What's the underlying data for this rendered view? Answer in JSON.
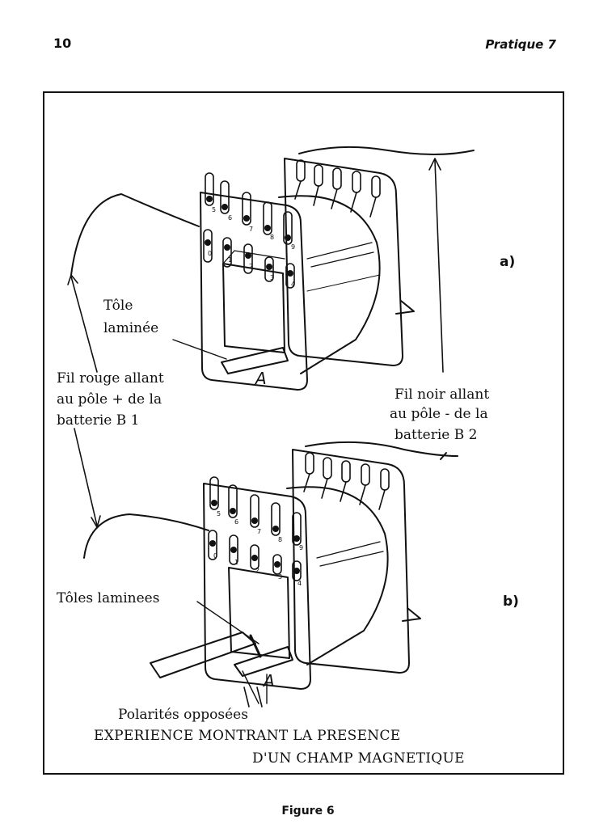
{
  "header": {
    "page_number": "10",
    "running_head": "Pratique 7"
  },
  "figure": {
    "panel_a": "a)",
    "panel_b": "b)",
    "labels": {
      "tole_laminee_1": "Tôle",
      "tole_laminee_2": "laminée",
      "fil_rouge_1": "Fil rouge allant",
      "fil_rouge_2": "au pôle + de  la",
      "fil_rouge_3": "batterie  B 1",
      "fil_noir_1": "Fil noir allant",
      "fil_noir_2": "au pôle  - de la",
      "fil_noir_3": "batterie B  2",
      "toles_laminees": "Tôles laminees",
      "polarites": "Polarités opposées",
      "marker_a_top": "A",
      "marker_a_bottom": "A"
    },
    "caption_line_1": "EXPERIENCE MONTRANT LA PRESENCE",
    "caption_line_2": "D'UN  CHAMP  MAGNETIQUE",
    "terminal_numbers_top": [
      "5",
      "6",
      "7",
      "8",
      "9",
      "0",
      "1",
      "2",
      "3",
      "4"
    ],
    "terminal_numbers_bottom": [
      "5",
      "6",
      "7",
      "8",
      "9",
      "0",
      "1",
      "2",
      "3",
      "4"
    ]
  },
  "footer": {
    "figure_caption": "Figure 6"
  }
}
